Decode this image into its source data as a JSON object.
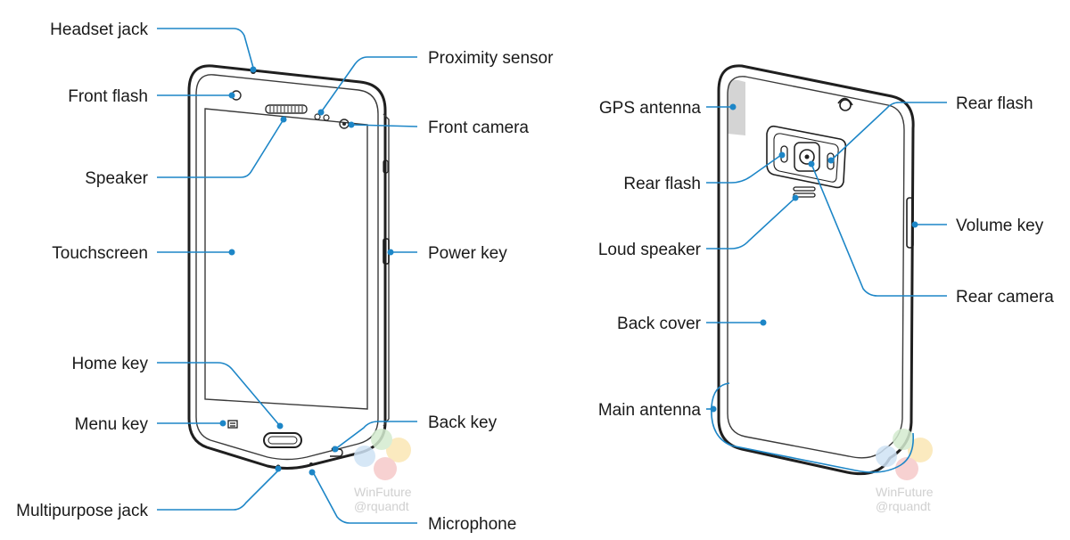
{
  "colors": {
    "callout": "#1d86c7",
    "outline": "#1f1f1f",
    "gps_area": "#d4d4d4",
    "watermark_blue": "#cfe3f5",
    "watermark_red": "#f6c9c9",
    "watermark_yellow": "#fbe7b5",
    "watermark_green": "#d4ecd0"
  },
  "front_view": {
    "labels": {
      "headset_jack": "Headset jack",
      "front_flash": "Front flash",
      "speaker": "Speaker",
      "touchscreen": "Touchscreen",
      "home_key": "Home key",
      "menu_key": "Menu key",
      "multipurpose_jack": "Multipurpose jack",
      "proximity_sensor": "Proximity sensor",
      "front_camera": "Front camera",
      "power_key": "Power key",
      "back_key": "Back key",
      "microphone": "Microphone"
    }
  },
  "rear_view": {
    "labels": {
      "gps_antenna": "GPS antenna",
      "rear_flash_left": "Rear flash",
      "loud_speaker": "Loud speaker",
      "back_cover": "Back cover",
      "main_antenna": "Main antenna",
      "rear_flash_right": "Rear flash",
      "volume_key": "Volume key",
      "rear_camera": "Rear camera"
    }
  },
  "watermark": {
    "line1": "WinFuture",
    "line2": "@rquandt"
  }
}
